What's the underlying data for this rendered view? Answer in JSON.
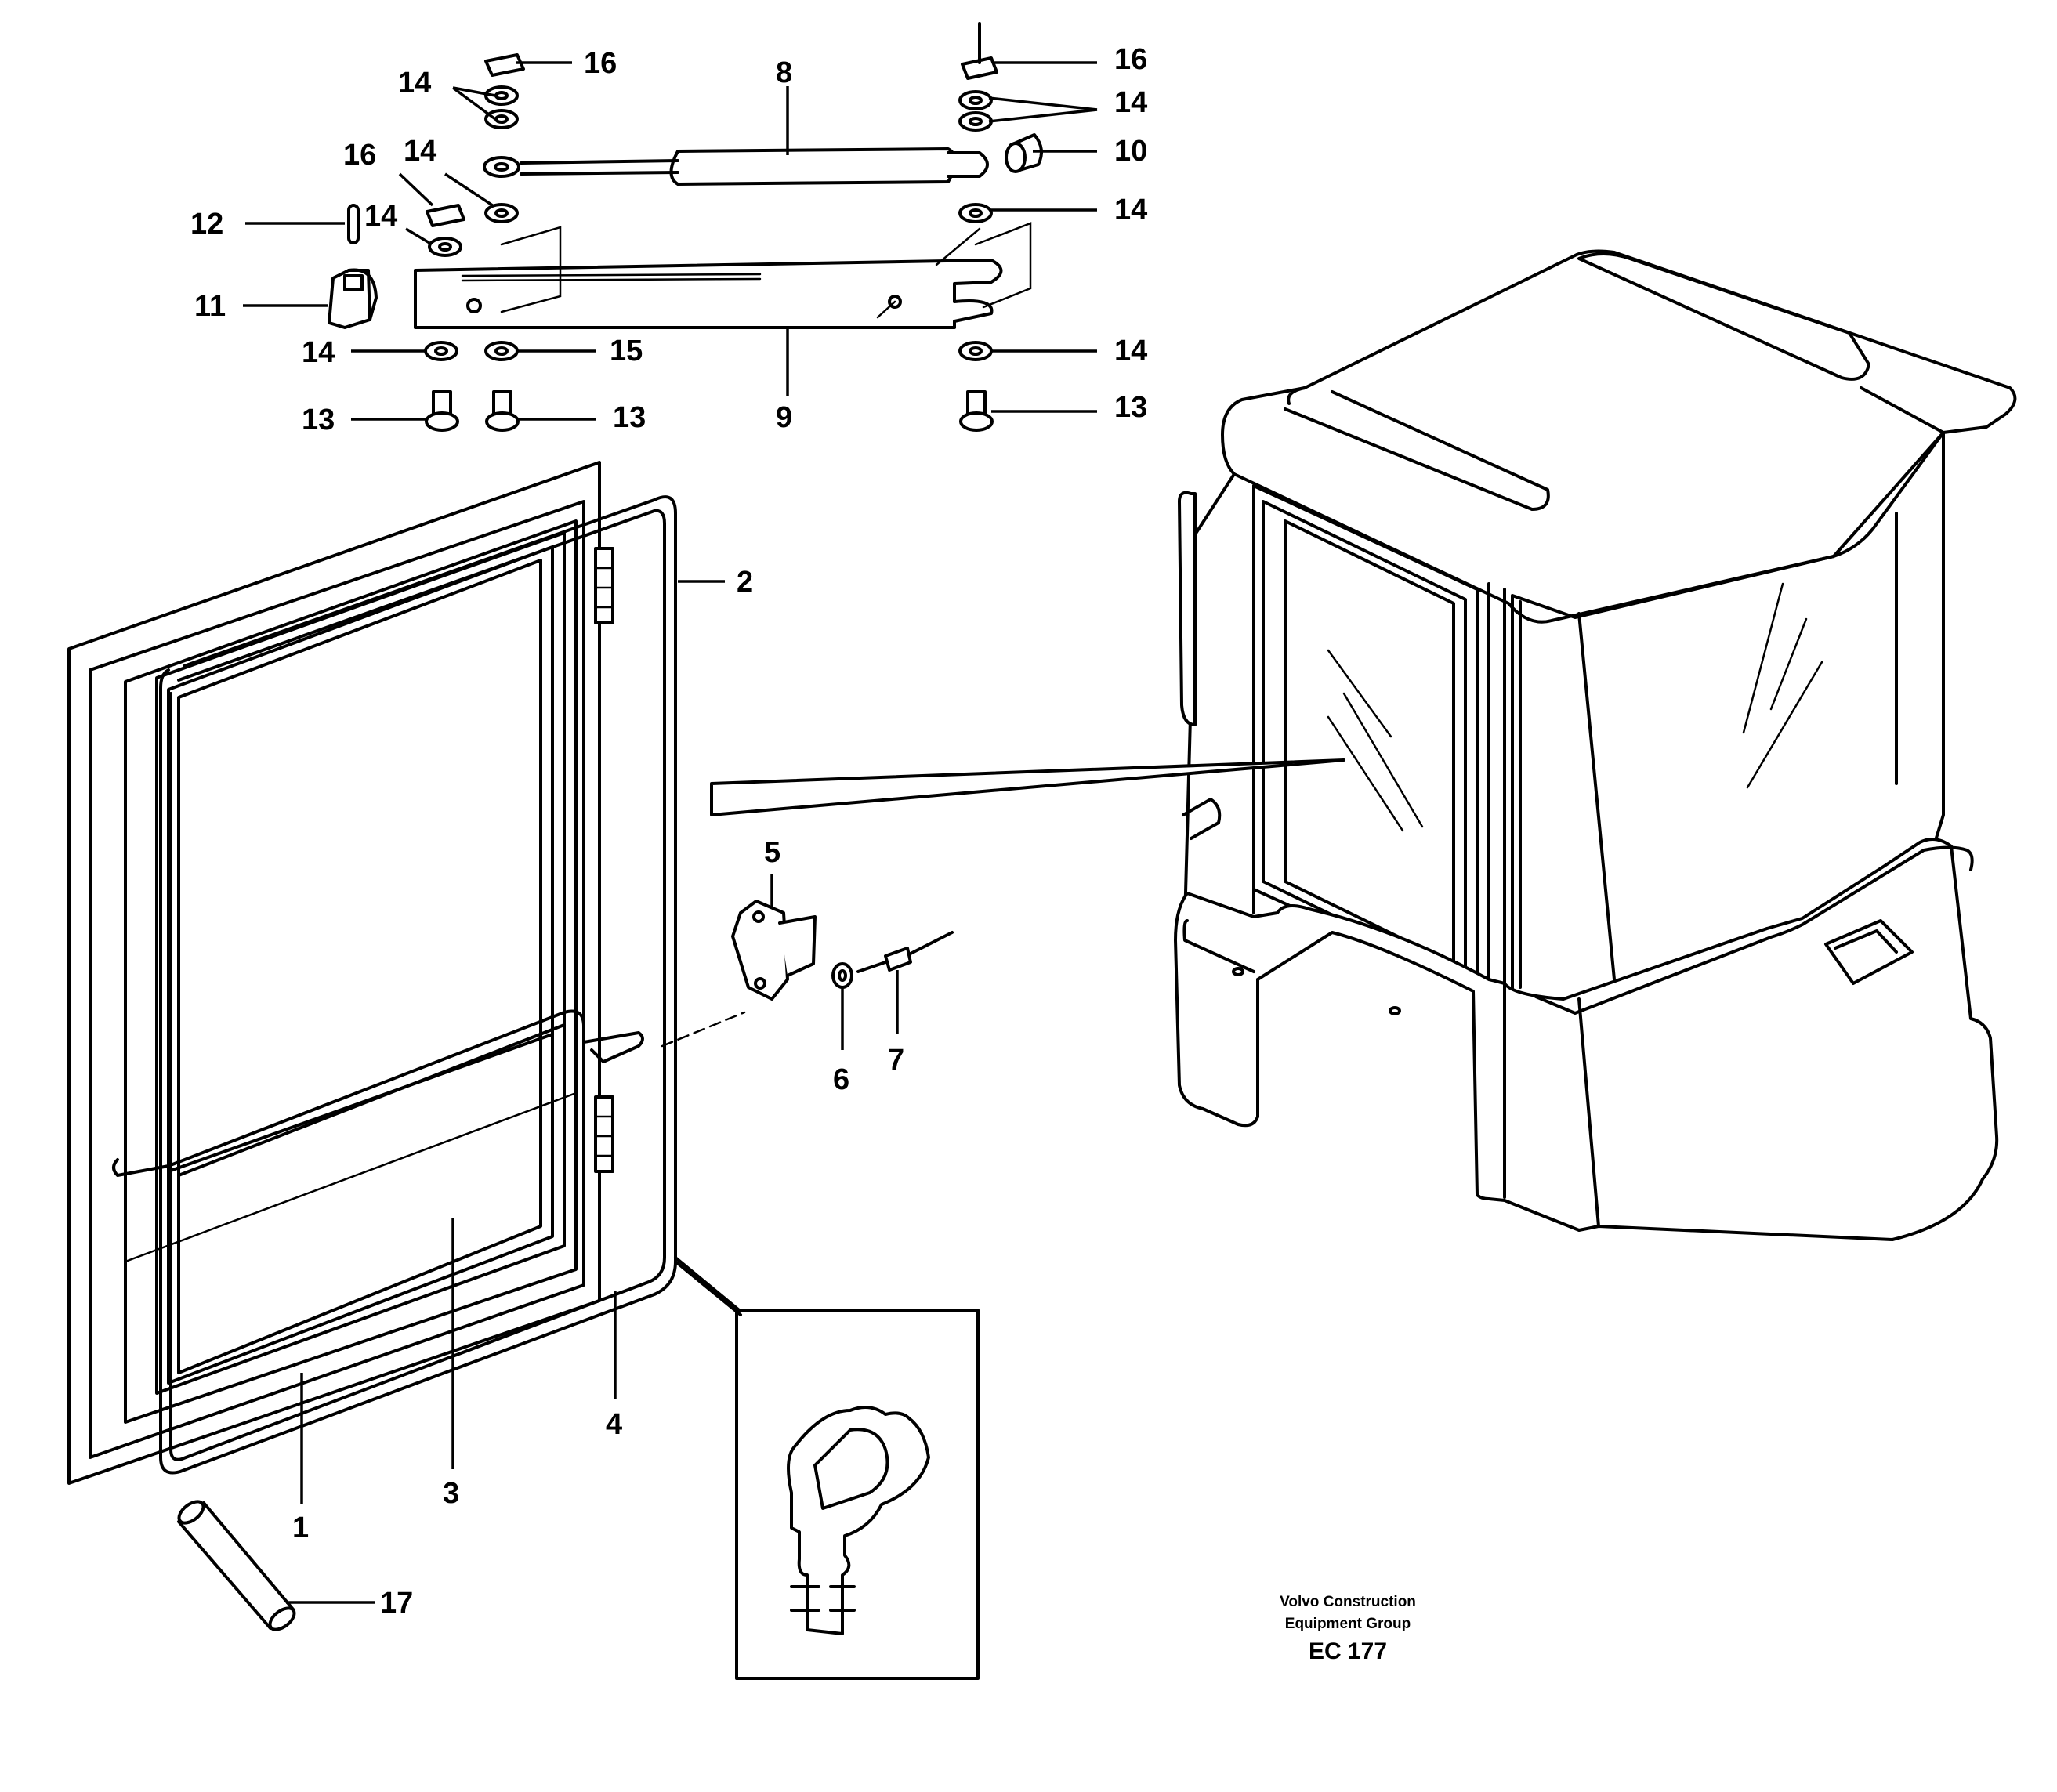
{
  "callouts": {
    "c1": "1",
    "c2": "2",
    "c3": "3",
    "c4": "4",
    "c5": "5",
    "c6": "6",
    "c7": "7",
    "c8": "8",
    "c9": "9",
    "c10": "10",
    "c11": "11",
    "c12": "12",
    "c13a": "13",
    "c13b": "13",
    "c13c": "13",
    "c14a": "14",
    "c14b": "14",
    "c14c": "14",
    "c14d": "14",
    "c14e": "14",
    "c14f": "14",
    "c14g": "14",
    "c15": "15",
    "c16a": "16",
    "c16b": "16",
    "c16c": "16",
    "c17": "17"
  },
  "footer": {
    "company_line1": "Volvo Construction",
    "company_line2": "Equipment Group",
    "code": "EC 177"
  }
}
